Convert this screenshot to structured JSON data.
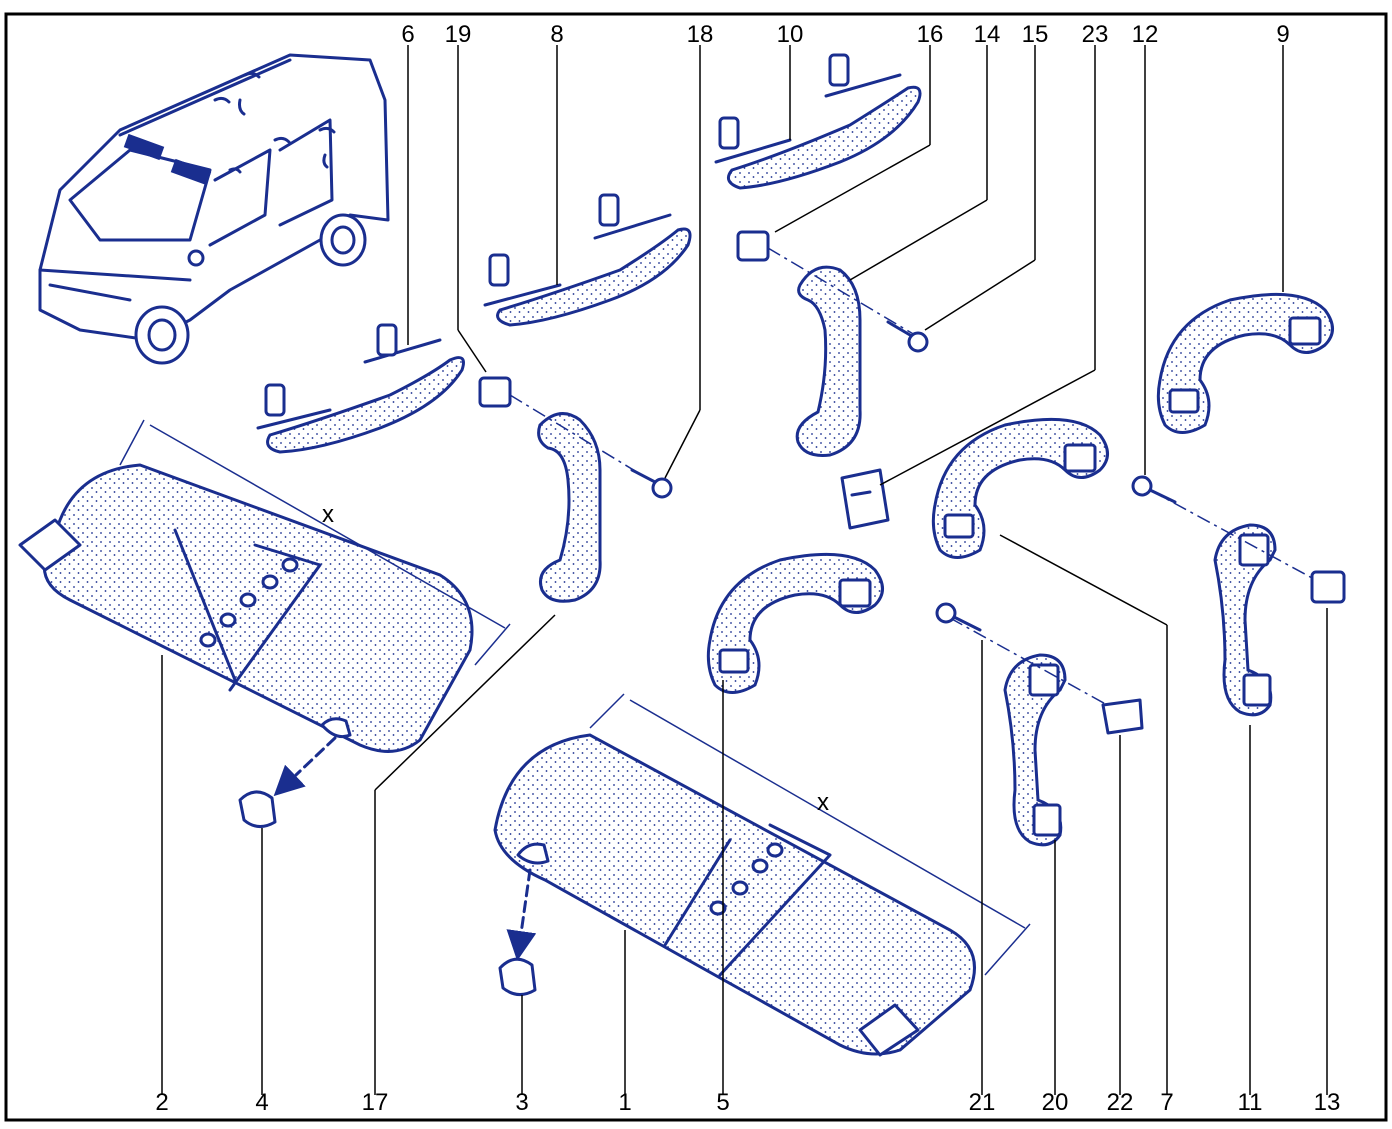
{
  "callouts_top": [
    "6",
    "19",
    "8",
    "18",
    "10",
    "16",
    "14",
    "15",
    "23",
    "12",
    "9"
  ],
  "callouts_bottom": [
    "2",
    "4",
    "17",
    "3",
    "1",
    "5",
    "21",
    "20",
    "22",
    "7",
    "11",
    "13"
  ],
  "dimension_labels": [
    "x",
    "x"
  ],
  "colors": {
    "ink": "#1a2e8f",
    "frame": "#000000",
    "background": "#ffffff"
  }
}
